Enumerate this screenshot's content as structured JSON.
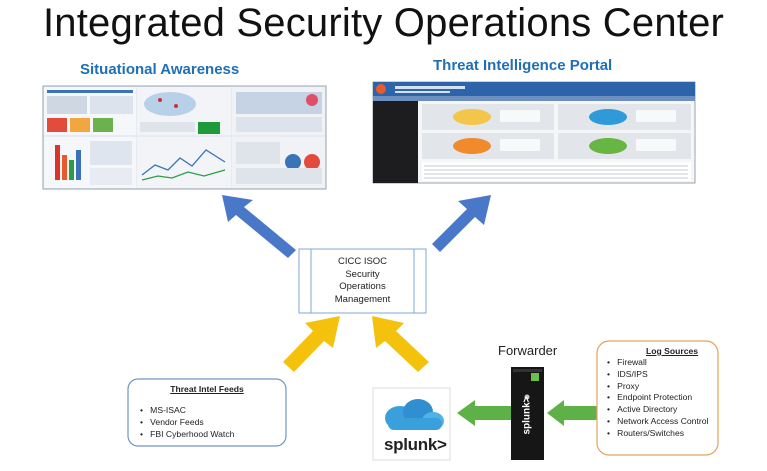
{
  "title": "Integrated Security Operations Center",
  "panels": {
    "situational_awareness": "Situational Awareness",
    "threat_intel_portal": "Threat Intelligence Portal"
  },
  "center_box": {
    "lines": [
      "CICC ISOC",
      "Security",
      "Operations",
      "Management"
    ]
  },
  "threat_intel_feeds": {
    "title": "Threat Intel Feeds",
    "items": [
      "MS-ISAC",
      "Vendor Feeds",
      "FBI Cyberhood Watch"
    ]
  },
  "forwarder_label": "Forwarder",
  "splunk_logo_text": "splunk>",
  "log_sources": {
    "title": "Log Sources",
    "items": [
      "Firewall",
      "IDS/IPS",
      "Proxy",
      "Endpoint Protection",
      "Active Directory",
      "Network Access Control",
      "Routers/Switches"
    ]
  },
  "colors": {
    "blue_arrow": "#4a78c8",
    "yellow_arrow": "#f4c20d",
    "green_arrow": "#5db146",
    "heading_blue": "#1f6fb7",
    "feeds_border": "#6f95c4",
    "log_border": "#e2a35c"
  }
}
